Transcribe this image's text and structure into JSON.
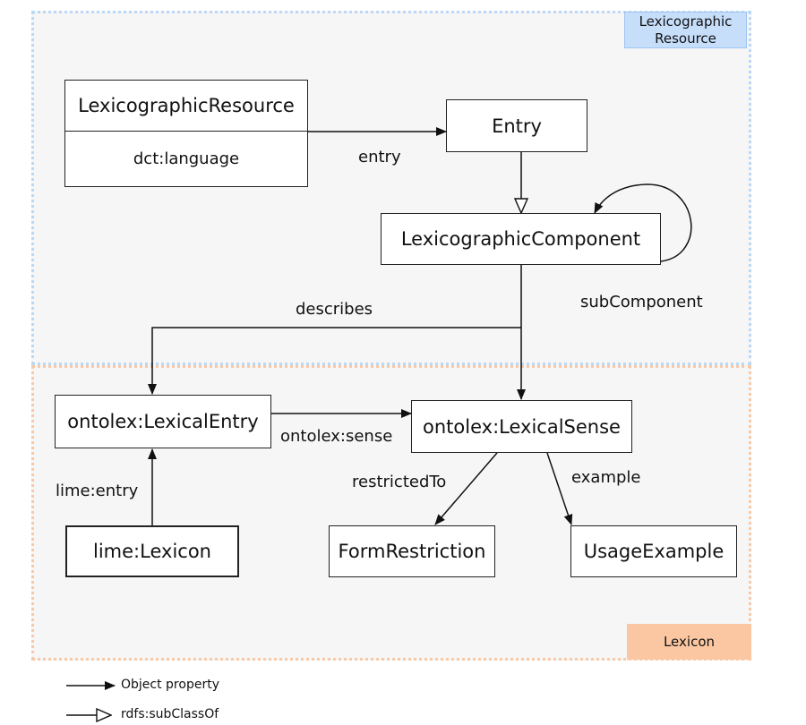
{
  "regions": {
    "lexicographic_resource": "Lexicographic\nResource",
    "lexicon": "Lexicon"
  },
  "classes": {
    "lexicographic_resource": {
      "name": "LexicographicResource",
      "property": "dct:language"
    },
    "entry": "Entry",
    "lexicographic_component": "LexicographicComponent",
    "lexical_entry": "ontolex:LexicalEntry",
    "lexical_sense": "ontolex:LexicalSense",
    "lexicon": "lime:Lexicon",
    "form_restriction": "FormRestriction",
    "usage_example": "UsageExample"
  },
  "edges": {
    "entry": "entry",
    "sub_component": "subComponent",
    "describes": "describes",
    "sense": "ontolex:sense",
    "lime_entry": "lime:entry",
    "restricted_to": "restrictedTo",
    "example": "example"
  },
  "legend": {
    "object_property": "Object property",
    "subclass_of": "rdfs:subClassOf"
  },
  "colors": {
    "lexicographic_resource_region": "#b9d9f6",
    "lexicon_region": "#f8c9a6",
    "lexicographic_resource_tag": "#c6defa",
    "lexicon_tag": "#fbc7a2"
  }
}
